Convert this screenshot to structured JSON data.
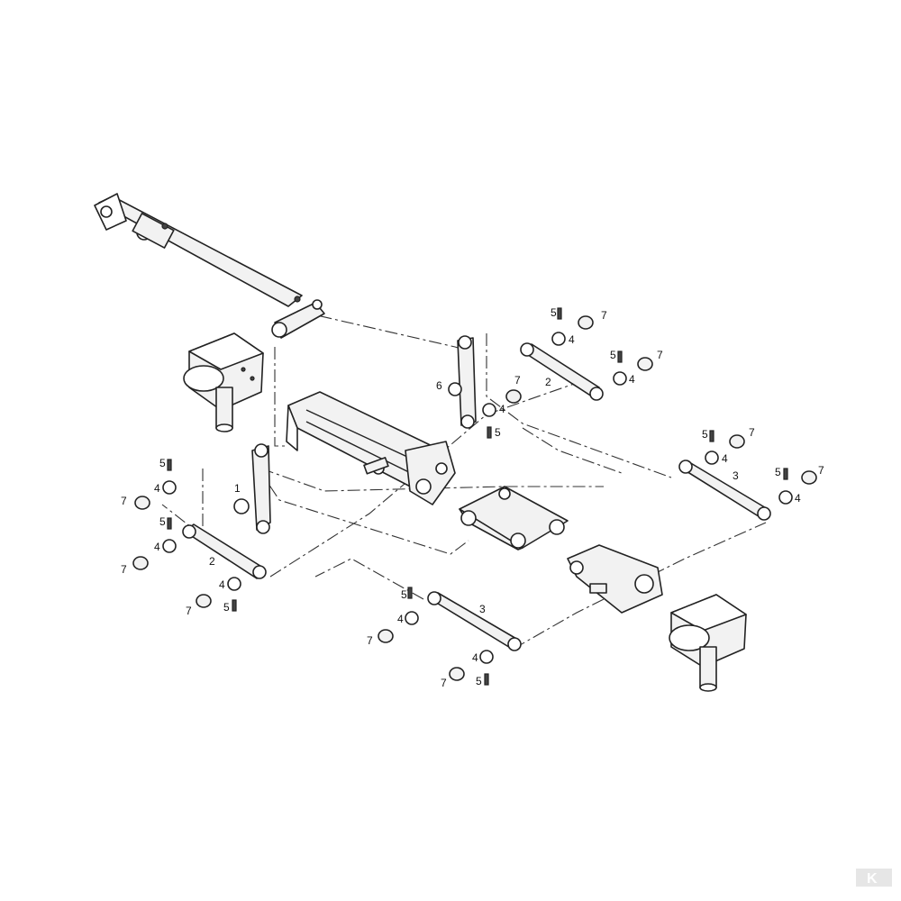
{
  "diagram": {
    "callouts": {
      "c1": "1",
      "c2": "2",
      "c3": "3",
      "c4": "4",
      "c5": "5",
      "c6": "6",
      "c7": "7"
    },
    "logo": "K"
  }
}
